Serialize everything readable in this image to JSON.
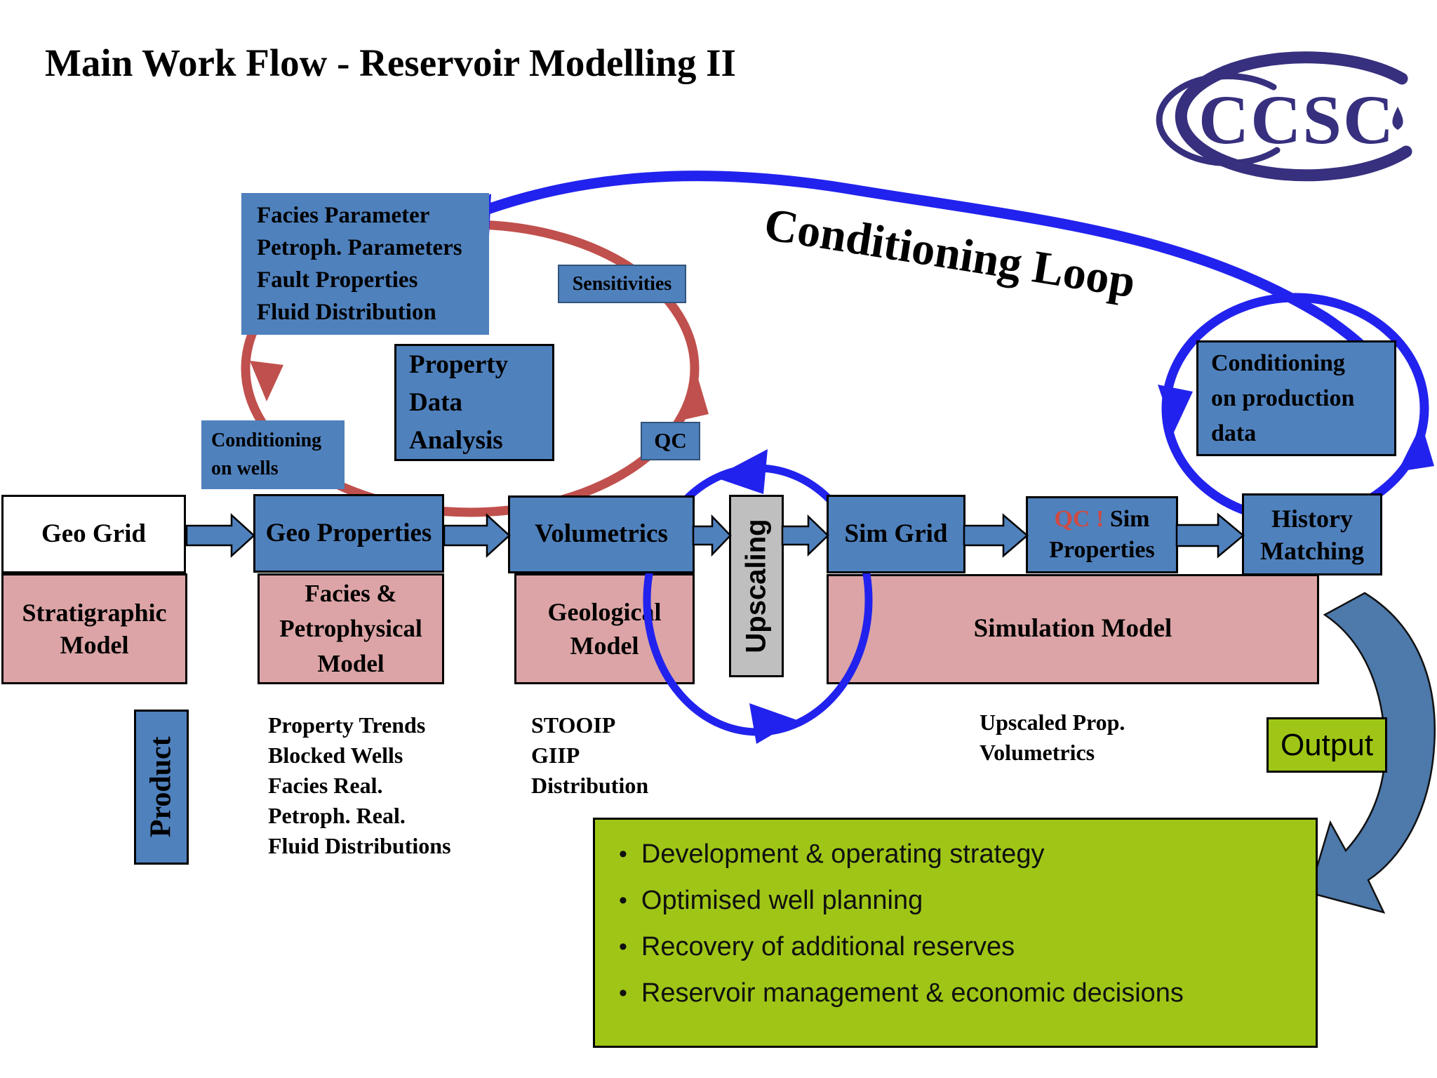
{
  "title": "Main Work Flow - Reservoir Modelling II",
  "logo": {
    "text": "CCSC"
  },
  "conditioning_loop_label": "Conditioning Loop",
  "boxes": {
    "facies_parameters": {
      "lines": [
        "Facies Parameter",
        "Petroph. Parameters",
        "Fault Properties",
        "Fluid Distribution"
      ]
    },
    "sensitivities": {
      "label": "Sensitivities"
    },
    "property_data_analysis": {
      "lines": [
        "Property",
        "Data",
        "Analysis"
      ]
    },
    "conditioning_on_wells": {
      "lines": [
        "Conditioning",
        "on wells"
      ]
    },
    "qc": {
      "label": "QC"
    },
    "conditioning_on_production": {
      "lines": [
        "Conditioning",
        "on production",
        "data"
      ]
    },
    "geo_grid": {
      "label": "Geo Grid"
    },
    "stratigraphic_model": {
      "lines": [
        "Stratigraphic",
        "Model"
      ]
    },
    "geo_properties": {
      "label": "Geo Properties"
    },
    "facies_petrophysical_model": {
      "lines": [
        "Facies &",
        "Petrophysical",
        "Model"
      ]
    },
    "volumetrics": {
      "label": "Volumetrics"
    },
    "geological_model": {
      "lines": [
        "Geological",
        "Model"
      ]
    },
    "upscaling": {
      "label": "Upscaling"
    },
    "sim_grid": {
      "label": "Sim Grid"
    },
    "qc_sim_properties": {
      "qc_mark": "QC !",
      "line1_rest": "Sim",
      "line2": "Properties"
    },
    "history_matching": {
      "lines": [
        "History",
        "Matching"
      ]
    },
    "simulation_model": {
      "label": "Simulation Model"
    },
    "product": {
      "label": "Product"
    },
    "output": {
      "label": "Output"
    }
  },
  "notes": {
    "geo_products": [
      "Property Trends",
      "Blocked Wells",
      "Facies Real.",
      "Petroph. Real.",
      "Fluid Distributions"
    ],
    "volumetrics_products": [
      "STOOIP",
      "GIIP",
      "Distribution"
    ],
    "sim_products": [
      "Upscaled Prop.",
      "Volumetrics"
    ]
  },
  "output_bullets": [
    "Development & operating strategy",
    "Optimised well planning",
    "Recovery of additional reserves",
    "Reservoir management & economic decisions"
  ],
  "colors": {
    "box_blue": "#4f81bd",
    "box_pink": "#dca4a6",
    "box_gray": "#bfbfbf",
    "box_green": "#9fc617",
    "loop_red": "#c0504d",
    "loop_blue": "#2222ee",
    "swoosh_blue": "#4d79ab",
    "logo_navy": "#37307e",
    "qc_red": "#cf4a42"
  }
}
